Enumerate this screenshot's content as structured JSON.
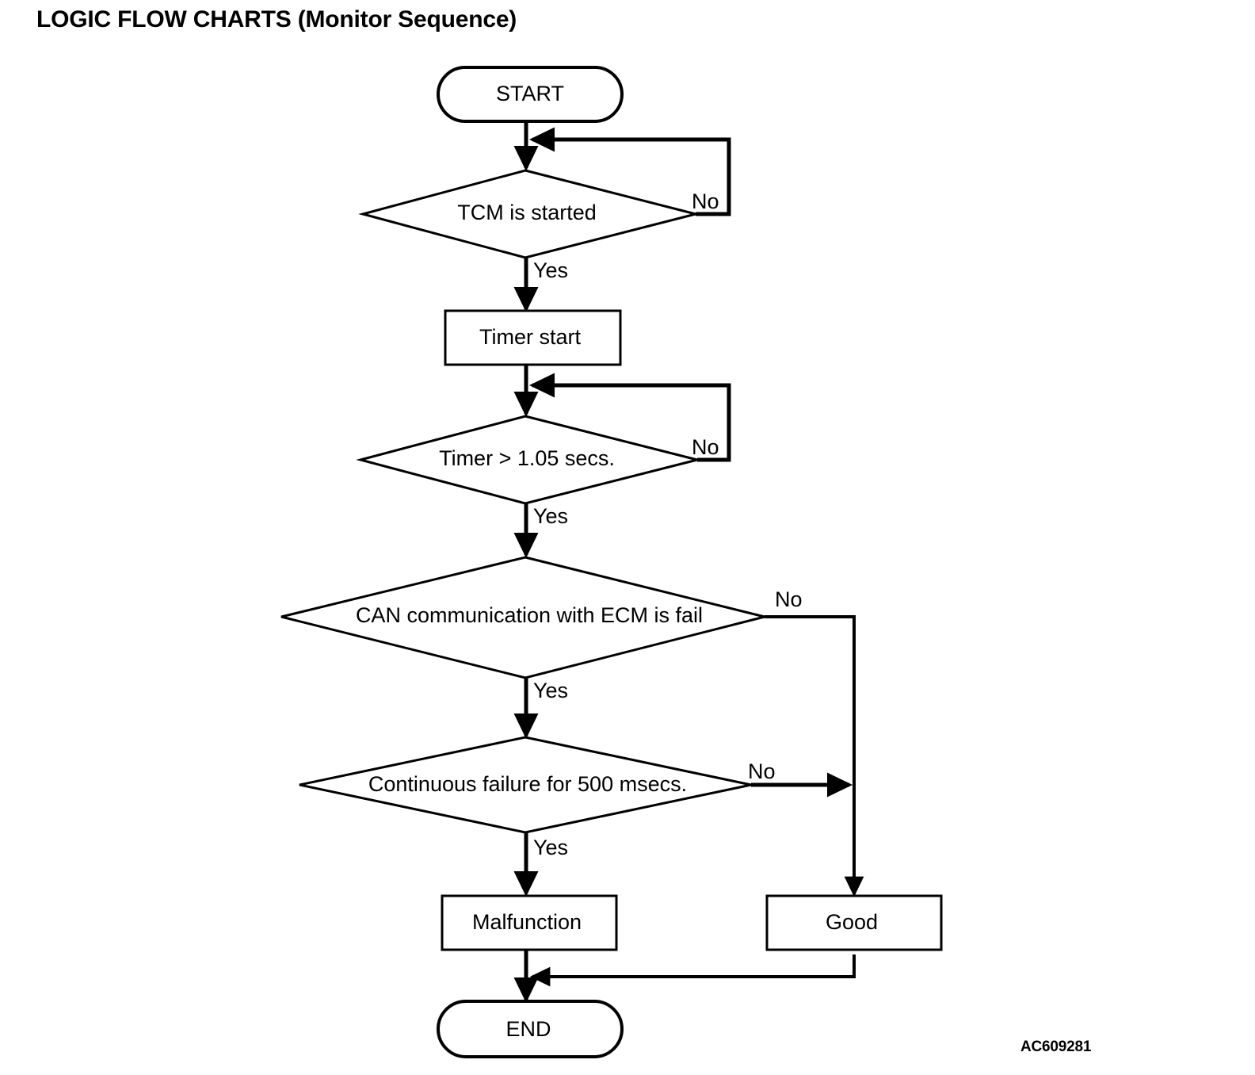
{
  "page": {
    "title": "LOGIC FLOW CHARTS (Monitor Sequence)",
    "figure_code": "AC609281",
    "background_color": "#ffffff",
    "line_color": "#000000"
  },
  "flowchart": {
    "nodes": {
      "start": {
        "label": "START",
        "shape": "stadium"
      },
      "tcm_started": {
        "label": "TCM is started",
        "shape": "diamond"
      },
      "timer_start": {
        "label": "Timer start",
        "shape": "rectangle"
      },
      "timer_threshold": {
        "label": "Timer > 1.05 secs.",
        "shape": "diamond"
      },
      "can_fail": {
        "label": "CAN communication with ECM is fail",
        "shape": "diamond"
      },
      "continuous_failure": {
        "label": "Continuous failure for 500 msecs.",
        "shape": "diamond"
      },
      "malfunction": {
        "label": "Malfunction",
        "shape": "rectangle"
      },
      "good": {
        "label": "Good",
        "shape": "rectangle"
      },
      "end": {
        "label": "END",
        "shape": "stadium"
      }
    },
    "edge_labels": {
      "tcm_no": "No",
      "tcm_yes": "Yes",
      "timer_no": "No",
      "timer_yes": "Yes",
      "can_no": "No",
      "can_yes": "Yes",
      "continuous_no": "No",
      "continuous_yes": "Yes"
    }
  }
}
